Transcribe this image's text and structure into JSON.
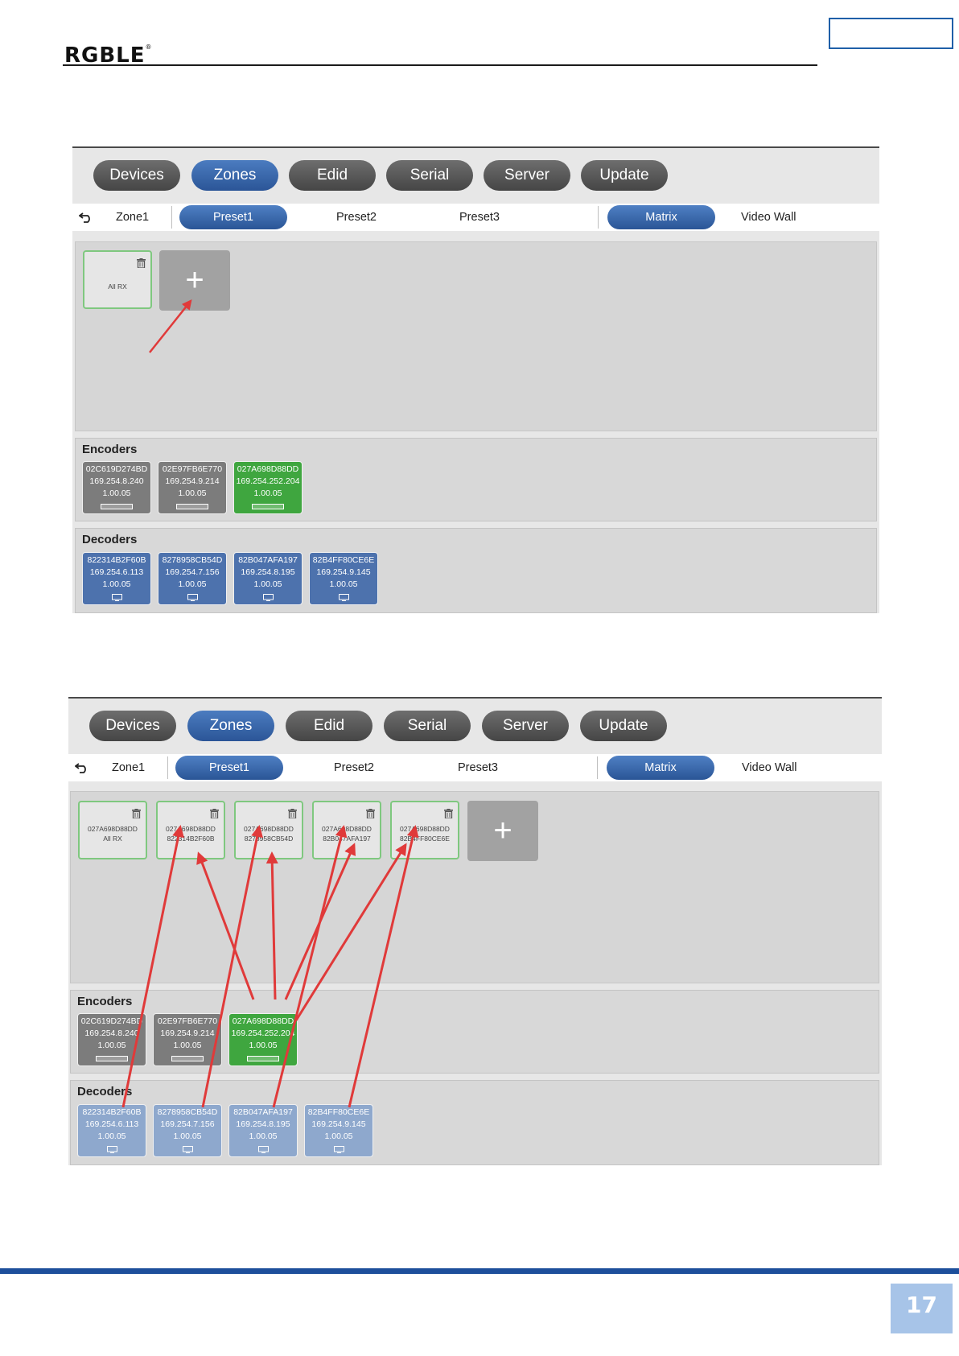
{
  "brand": {
    "logo_text": "RGBLE",
    "mark": "®"
  },
  "page_number": "17",
  "nav": [
    "Devices",
    "Zones",
    "Edid",
    "Serial",
    "Server",
    "Update"
  ],
  "subnav": {
    "zone": "Zone1",
    "presets": [
      "Preset1",
      "Preset2",
      "Preset3"
    ],
    "modes": [
      "Matrix",
      "Video Wall"
    ]
  },
  "sections": {
    "encoders": "Encoders",
    "decoders": "Decoders"
  },
  "add_symbol": "+",
  "shot1": {
    "tiles": [
      {
        "label": "All RX"
      }
    ]
  },
  "shot2": {
    "tiles": [
      {
        "source": "027A698D88DD",
        "target": "All RX"
      },
      {
        "source": "027A698D88DD",
        "target": "822314B2F60B"
      },
      {
        "source": "027A698D88DD",
        "target": "8278958CB54D"
      },
      {
        "source": "027A698D88DD",
        "target": "82B047AFA197"
      },
      {
        "source": "027A698D88DD",
        "target": "82B4FF80CE6E"
      }
    ]
  },
  "encoders": [
    {
      "id": "02C619D274BD",
      "ip": "169.254.8.240",
      "ver": "1.00.05",
      "state": "gray"
    },
    {
      "id": "02E97FB6E770",
      "ip": "169.254.9.214",
      "ver": "1.00.05",
      "state": "gray"
    },
    {
      "id": "027A698D88DD",
      "ip": "169.254.252.204",
      "ver": "1.00.05",
      "state": "green"
    }
  ],
  "decoders": [
    {
      "id": "822314B2F60B",
      "ip": "169.254.6.113",
      "ver": "1.00.05"
    },
    {
      "id": "8278958CB54D",
      "ip": "169.254.7.156",
      "ver": "1.00.05"
    },
    {
      "id": "82B047AFA197",
      "ip": "169.254.8.195",
      "ver": "1.00.05"
    },
    {
      "id": "82B4FF80CE6E",
      "ip": "169.254.9.145",
      "ver": "1.00.05"
    }
  ],
  "colors": {
    "accent_blue": "#2b5597",
    "nav_gray": "#4f4f4f",
    "active_green": "#3fa63f",
    "arrow_red": "#e03a3a",
    "footer_blue": "#1d4f9b"
  }
}
